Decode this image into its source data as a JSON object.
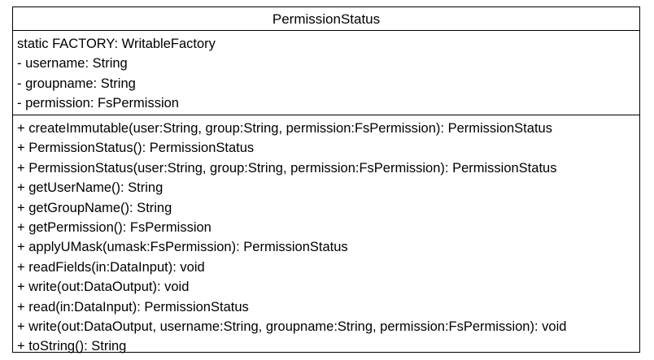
{
  "class_name": "PermissionStatus",
  "attributes": [
    "static FACTORY: WritableFactory",
    "- username: String",
    "- groupname: String",
    "- permission: FsPermission"
  ],
  "operations": [
    "+ createImmutable(user:String, group:String, permission:FsPermission): PermissionStatus",
    "+ PermissionStatus(): PermissionStatus",
    "+ PermissionStatus(user:String, group:String, permission:FsPermission): PermissionStatus",
    "+ getUserName(): String",
    "+ getGroupName(): String",
    "+ getPermission(): FsPermission",
    "+ applyUMask(umask:FsPermission): PermissionStatus",
    "+ readFields(in:DataInput): void",
    "+ write(out:DataOutput): void",
    "+ read(in:DataInput): PermissionStatus",
    "+ write(out:DataOutput, username:String, groupname:String, permission:FsPermission): void",
    "+ toString(): String"
  ]
}
